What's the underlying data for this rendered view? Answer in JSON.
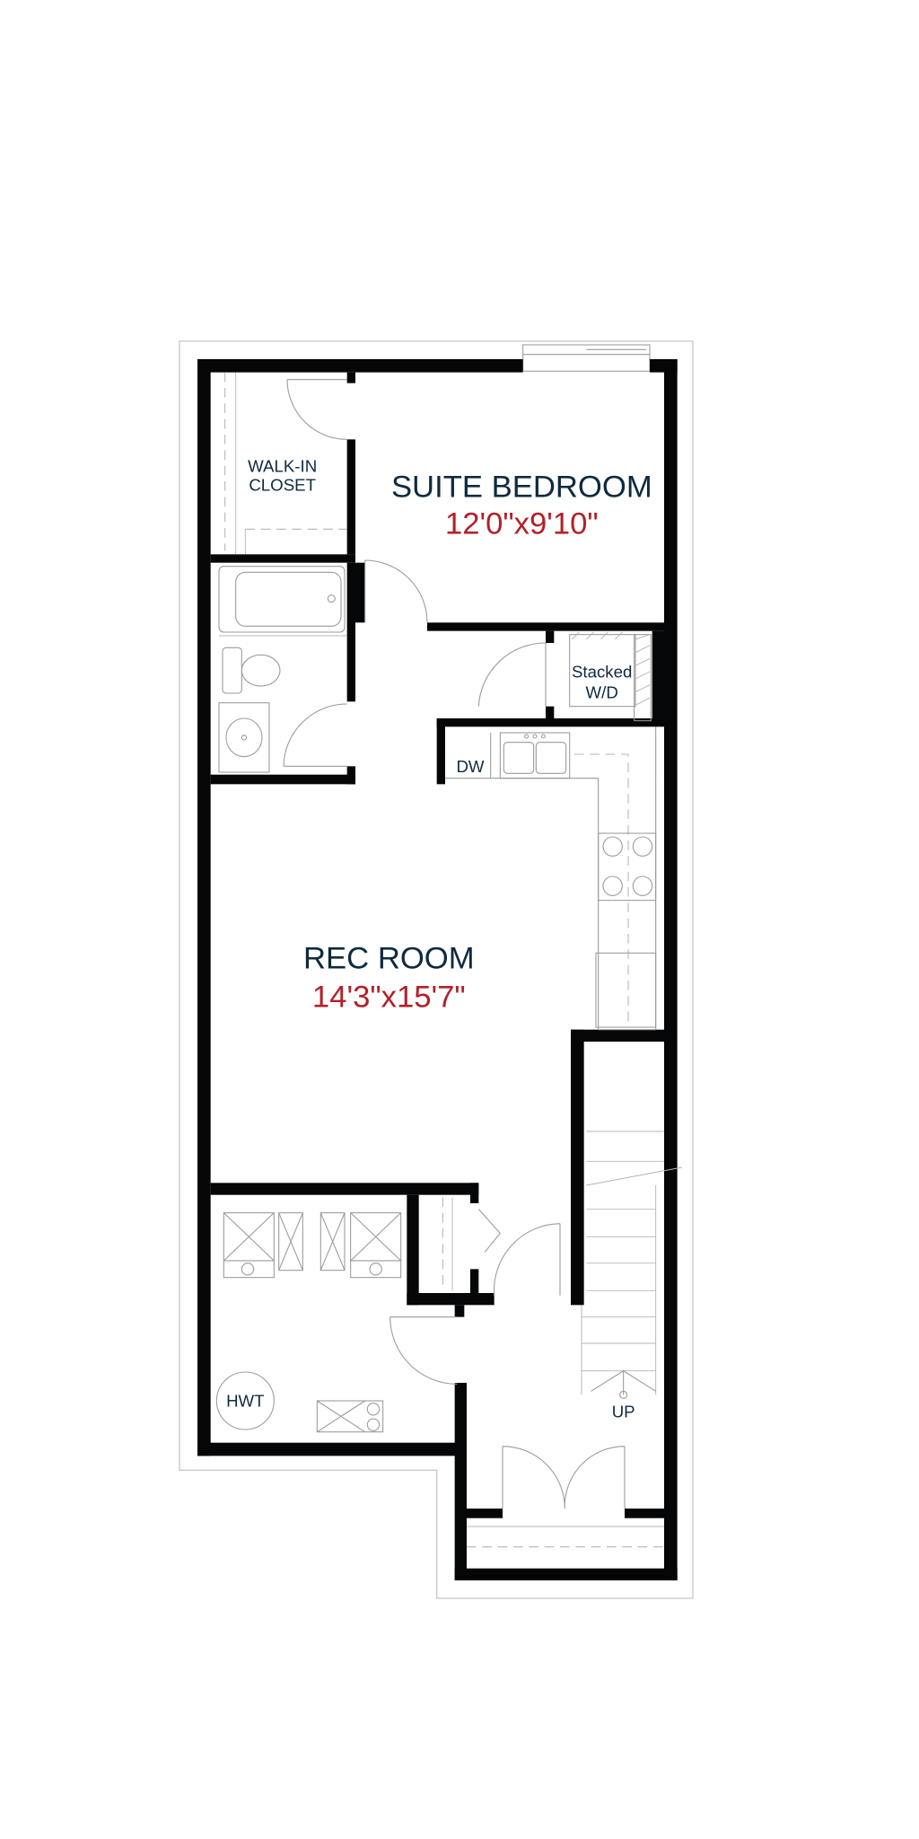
{
  "plan": {
    "rooms": {
      "walk_in_closet": {
        "line1": "WALK-IN",
        "line2": "CLOSET"
      },
      "suite_bedroom": {
        "name": "SUITE BEDROOM",
        "size": "12'0\"x9'10\""
      },
      "laundry": {
        "line1": "Stacked",
        "line2": "W/D"
      },
      "dishwasher": {
        "label": "DW"
      },
      "rec_room": {
        "name": "REC ROOM",
        "size": "14'3\"x15'7\""
      },
      "hot_water_tank": {
        "label": "HWT"
      },
      "stairs": {
        "label": "UP"
      }
    },
    "colors": {
      "label": "#0e2a3f",
      "dimension": "#b3202a",
      "wall": "#050607"
    }
  }
}
